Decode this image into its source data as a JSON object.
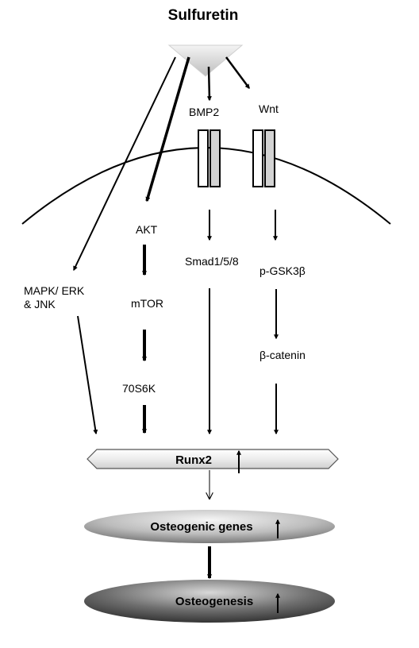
{
  "diagram": {
    "title": "Sulfuretin",
    "receptors": {
      "bmp2": "BMP2",
      "wnt": "Wnt"
    },
    "nodes": {
      "mapk": [
        "MAPK/ ERK",
        "& JNK"
      ],
      "akt": "AKT",
      "mtor": "mTOR",
      "p70s6k": "70S6K",
      "smad": "Smad1/5/8",
      "pgsk": "p-GSK3β",
      "catenin": "β-catenin"
    },
    "targets": {
      "runx2": "Runx2",
      "genes": "Osteogenic genes",
      "osteogenesis": "Osteogenesis"
    }
  }
}
